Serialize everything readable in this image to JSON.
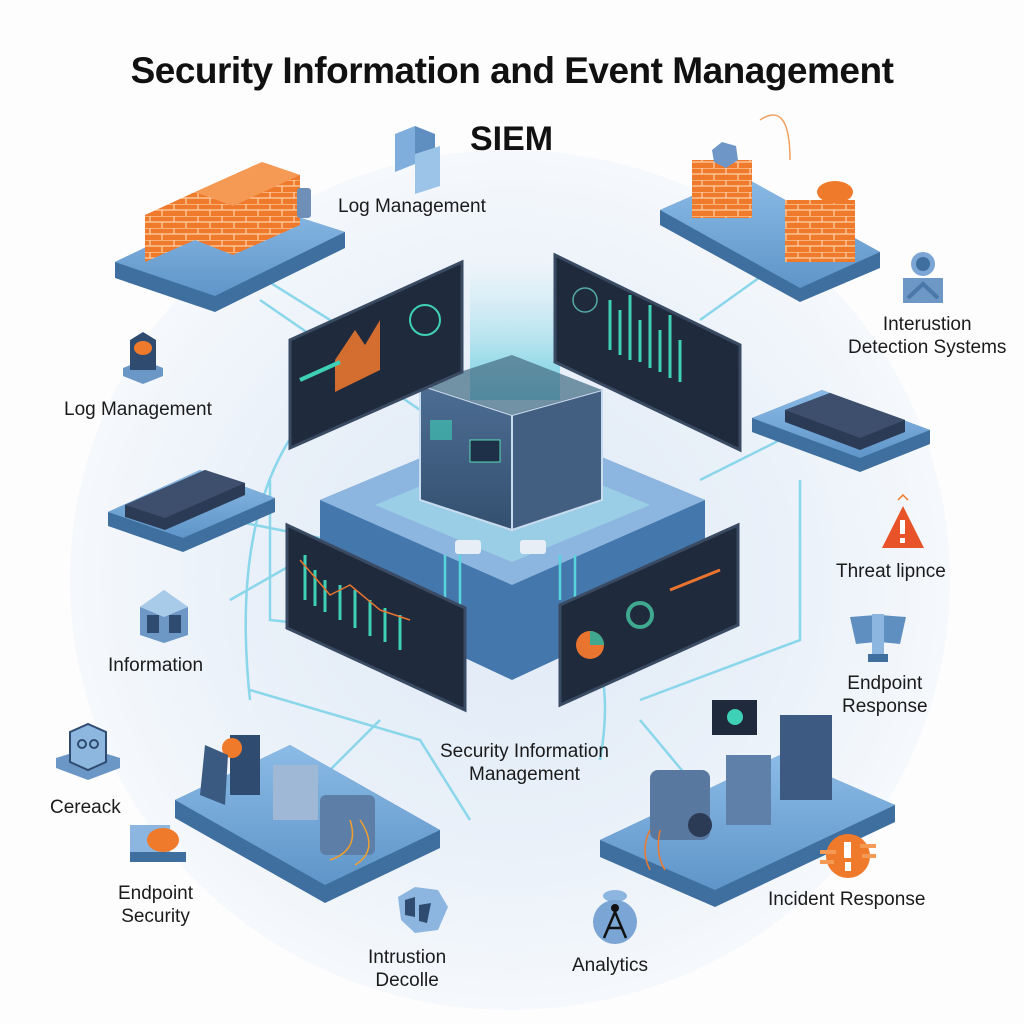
{
  "title": "Security Information and Event Management",
  "subtitle": "SIEM",
  "center": {
    "label_line1": "Security Information",
    "label_line2": "Management"
  },
  "nodes": [
    {
      "id": "log-management-top",
      "label": "Log Management",
      "icon": "stacked-blocks-icon"
    },
    {
      "id": "intrusion-detection",
      "label_line1": "Interustion",
      "label_line2": "Detection Systems",
      "icon": "camera-sensor-icon"
    },
    {
      "id": "log-management-left",
      "label": "Log Management",
      "icon": "log-vault-icon"
    },
    {
      "id": "threat-intelligence",
      "label": "Threat lipnce",
      "icon": "warning-triangle-icon"
    },
    {
      "id": "information",
      "label": "Information",
      "icon": "house-icon"
    },
    {
      "id": "endpoint-response",
      "label_line1": "Endpoint",
      "label_line2": "Response",
      "icon": "monitor-icon"
    },
    {
      "id": "cereack",
      "label": "Cereack",
      "icon": "hex-box-icon"
    },
    {
      "id": "endpoint-security",
      "label_line1": "Endpoint",
      "label_line2": "Security",
      "icon": "endpoint-device-icon"
    },
    {
      "id": "intrusion-decolle",
      "label_line1": "Intrustion",
      "label_line2": "Decolle",
      "icon": "shield-crystal-icon"
    },
    {
      "id": "analytics",
      "label": "Analytics",
      "icon": "analytics-badge-icon"
    },
    {
      "id": "incident-response",
      "label": "Incident Response",
      "icon": "alert-circle-icon"
    }
  ],
  "colors": {
    "brick": "#f0792a",
    "platform": "#6fa4d6",
    "platform_dark": "#3e6f9f",
    "screen": "#1f2a3c",
    "teal": "#3fd0b8",
    "line": "#7fd2e8",
    "alert": "#e8532a"
  }
}
